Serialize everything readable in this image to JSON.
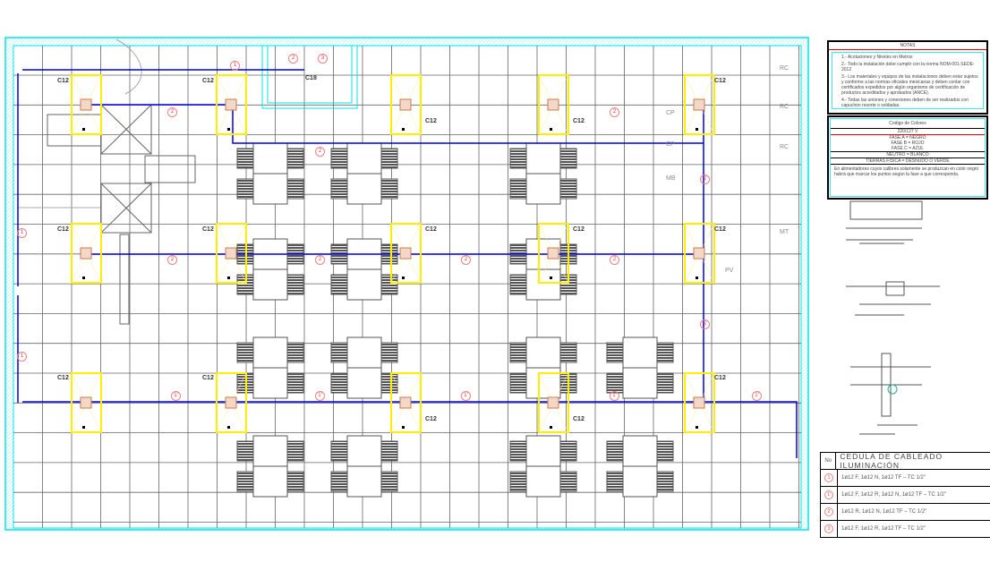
{
  "plan": {
    "luminaire_labels": [
      "C12",
      "C12",
      "C12",
      "C12",
      "C12",
      "C12",
      "C12",
      "C12",
      "C12",
      "C12",
      "C12",
      "C12",
      "C12",
      "C12",
      "C12",
      "C18"
    ],
    "circuit_labels": [
      "1",
      "1",
      "2",
      "2",
      "2",
      "2",
      "2",
      "2",
      "2",
      "2",
      "2",
      "1'",
      "1'",
      "1'",
      "1'",
      "1'",
      "1",
      "3",
      "2"
    ],
    "equipment": [
      "RC",
      "RC",
      "RC",
      "CP",
      "CP",
      "MB",
      "MT",
      "PV"
    ]
  },
  "notes": {
    "title": "NOTAS",
    "items": [
      "1.- Acotaciones y Niveles en Metros",
      "2.- Todo la instalación debe cumplir con la norma NOM-001-SEDE-2012",
      "3.- Los materiales y equipos de las instalaciones deben estar sujetos y conforme a las normas oficiales mexicanas y deben contar con certificados expedidos por algún organismo de certificación de productos acreditados y aprobados (ANCE).",
      "4.- Todas las uniones y conexiones deben de ser realizados con capuchon resorte o soldadas."
    ]
  },
  "color_code": {
    "title": "Codigo de Colores",
    "voltage": "220/127 V",
    "phases": [
      "FASE A = NEGRO",
      "FASE B = ROJO",
      "FASE C = AZUL"
    ],
    "neutral": "NEUTRO = BLANCO",
    "ground": "TIERRAS FISICA = DESNUDO O VERDE",
    "footnote": "En alimentadores cuyos calibres solamente se produzcan en color negro habrá que marcar los puntos según la fase a que corresponda."
  },
  "cedula": {
    "no_header": "No",
    "title": "CEDULA DE CABLEADO ILUMINACIÓN",
    "rows": [
      {
        "no": "1",
        "text": "1ø12 F, 1ø12 N, 1ø12 TF – TC 1/2\""
      },
      {
        "no": "1'",
        "text": "1ø12 F, 1ø12 R, 1ø12 N, 1ø12 TF – TC 1/2\""
      },
      {
        "no": "2",
        "text": "1ø12 R, 1ø12 N, 1ø12 TF – TC 1/2\""
      },
      {
        "no": "3",
        "text": "1ø12 F, 1ø12 R, 1ø12 TF – TC 1/2\""
      }
    ]
  },
  "colors": {
    "wall": "#00e5ee",
    "grid": "#555555",
    "luminaire": "#ffee00",
    "circuit": "#0000dd",
    "label_circle": "#f08080"
  }
}
